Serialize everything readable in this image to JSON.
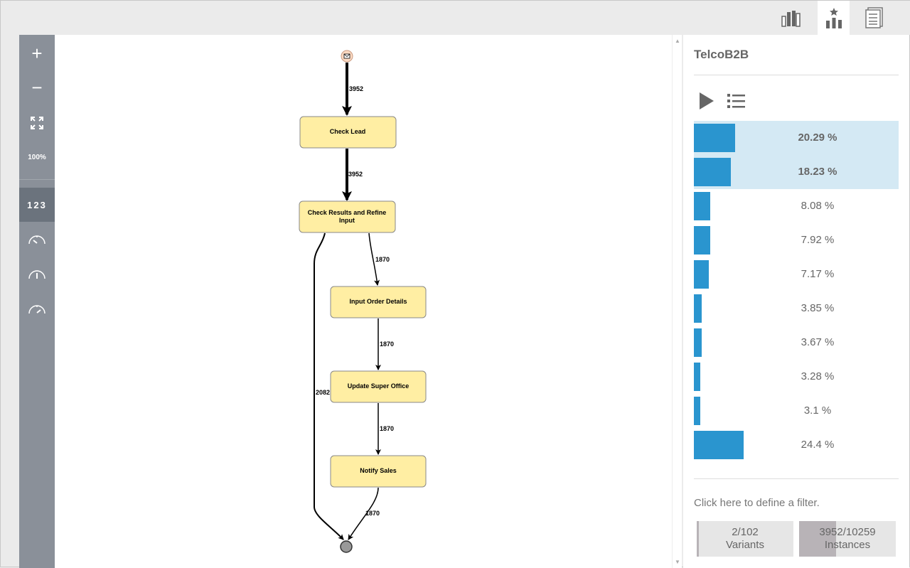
{
  "top_tabs": [
    {
      "icon": "bar-chart-icon"
    },
    {
      "icon": "star-chart-icon",
      "active": true
    },
    {
      "icon": "document-icon"
    }
  ],
  "toolbar": {
    "zoom_in": "+",
    "zoom_out": "−",
    "fit": "fit-screen-icon",
    "zoom_level": "100%",
    "numbers": "123",
    "speed_icons": [
      "gauge-slow-icon",
      "gauge-medium-icon",
      "gauge-fast-icon"
    ]
  },
  "graph": {
    "nodes": [
      "Check Lead",
      "Check Results and Refine Input",
      "Input Order Details",
      "Update Super Office",
      "Notify Sales"
    ],
    "edges": [
      "3952",
      "3952",
      "1870",
      "1870",
      "1870",
      "1870",
      "2082"
    ],
    "node_fill": "#ffeea3",
    "start_fill": "#fbd9c2",
    "end_fill": "#999999"
  },
  "panel": {
    "title": "TelcoB2B",
    "variants": [
      {
        "pct": "20.29 %",
        "value": 20.29,
        "selected": true
      },
      {
        "pct": "18.23 %",
        "value": 18.23,
        "selected": true
      },
      {
        "pct": "8.08 %",
        "value": 8.08
      },
      {
        "pct": "7.92 %",
        "value": 7.92
      },
      {
        "pct": "7.17 %",
        "value": 7.17
      },
      {
        "pct": "3.85 %",
        "value": 3.85
      },
      {
        "pct": "3.67 %",
        "value": 3.67
      },
      {
        "pct": "3.28 %",
        "value": 3.28
      },
      {
        "pct": "3.1 %",
        "value": 3.1
      },
      {
        "pct": "24.4 %",
        "value": 24.4
      }
    ],
    "bar_color": "#2a95cf",
    "filter_text": "Click here to define a filter.",
    "variants_stat": {
      "count": "2/102",
      "label": "Variants",
      "fraction": 0.0196
    },
    "instances_stat": {
      "count": "3952/10259",
      "label": "Instances",
      "fraction": 0.385
    }
  }
}
